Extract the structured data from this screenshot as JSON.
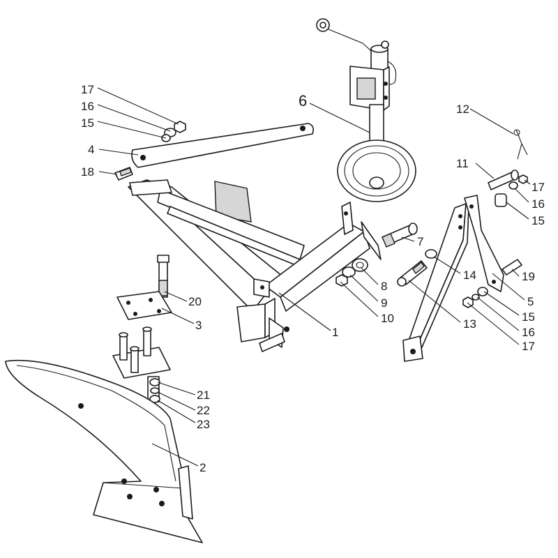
{
  "diagram": {
    "description": "Exploded parts diagram of a single-furrow plough attachment",
    "callouts": {
      "c1": "1",
      "c2": "2",
      "c3": "3",
      "c4": "4",
      "c5": "5",
      "c6": "6",
      "c7": "7",
      "c8": "8",
      "c9": "9",
      "c10": "10",
      "c11": "11",
      "c12": "12",
      "c13": "13",
      "c14": "14",
      "c15a": "15",
      "c15b": "15",
      "c15c": "15",
      "c16a": "16",
      "c16b": "16",
      "c16c": "16",
      "c17a": "17",
      "c17b": "17",
      "c17c": "17",
      "c18": "18",
      "c19": "19",
      "c20": "20",
      "c21": "21",
      "c22": "22",
      "c23": "23"
    },
    "colors": {
      "line": "#1a1a1a",
      "fill": "#ffffff",
      "shade": "#d6d6d6"
    }
  }
}
